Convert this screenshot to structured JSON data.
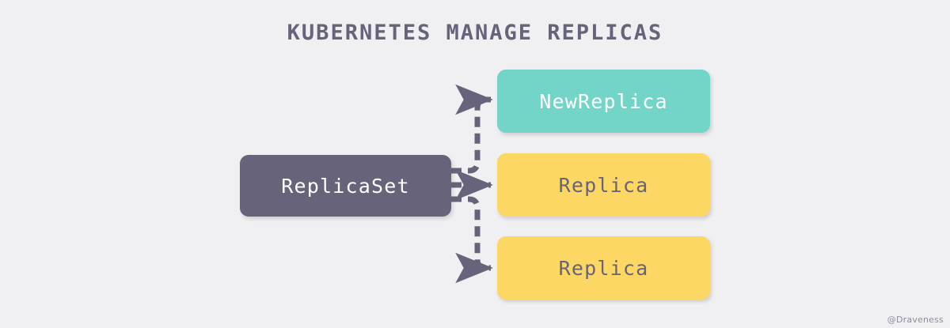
{
  "diagram": {
    "title": "KUBERNETES MANAGE REPLICAS",
    "background_color": "#f0f0f2",
    "watermark": "@Draveness",
    "nodes": [
      {
        "id": "replicaset",
        "label": "ReplicaSet",
        "role": "controller",
        "fill": "#66637a",
        "text_color": "#ffffff"
      },
      {
        "id": "new-replica",
        "label": "NewReplica",
        "role": "new-pod",
        "fill": "#72d5c8",
        "text_color": "#ffffff"
      },
      {
        "id": "replica-1",
        "label": "Replica",
        "role": "existing-pod",
        "fill": "#fcd764",
        "text_color": "#66637a"
      },
      {
        "id": "replica-2",
        "label": "Replica",
        "role": "existing-pod",
        "fill": "#fcd764",
        "text_color": "#66637a"
      }
    ],
    "edges": [
      {
        "from": "replicaset",
        "to": "new-replica",
        "style": "dashed",
        "arrow": "end",
        "color": "#66637a"
      },
      {
        "from": "replicaset",
        "to": "replica-1",
        "style": "dashed",
        "arrow": "end",
        "color": "#66637a"
      },
      {
        "from": "replicaset",
        "to": "replica-2",
        "style": "dashed",
        "arrow": "end",
        "color": "#66637a"
      }
    ]
  }
}
